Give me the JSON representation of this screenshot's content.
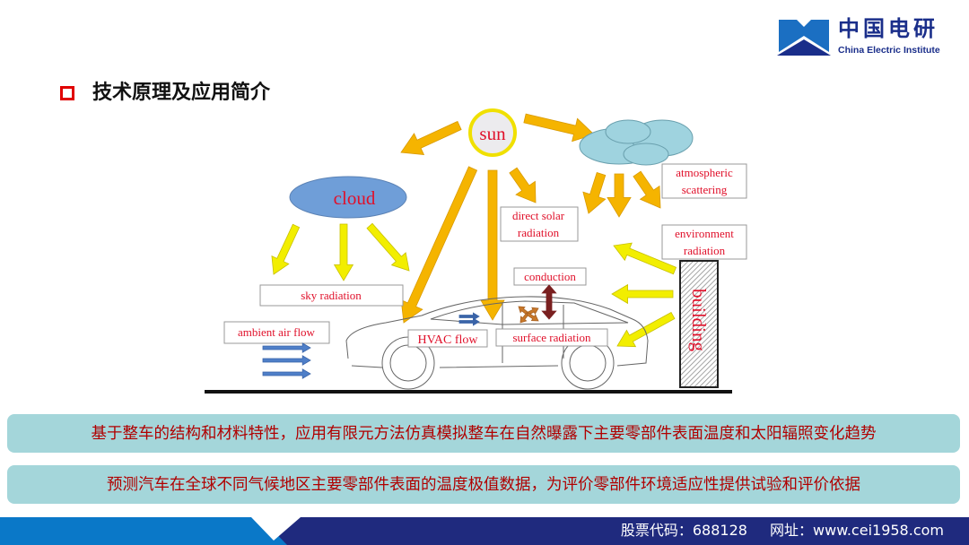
{
  "logo": {
    "name_cn": "中国电研",
    "name_en": "China Electric Institute"
  },
  "title": "技术原理及应用简介",
  "diagram": {
    "sun": "sun",
    "cloud": "cloud",
    "labels": {
      "atmospheric_1": "atmospheric",
      "atmospheric_2": "scattering",
      "direct_1": "direct solar",
      "direct_2": "radiation",
      "environment_1": "environment",
      "environment_2": "radiation",
      "sky": "sky radiation",
      "conduction": "conduction",
      "ambient": "ambient air flow",
      "hvac": "HVAC flow",
      "surface": "surface radiation",
      "building": "building"
    }
  },
  "bullets": [
    "基于整车的结构和材料特性，应用有限元方法仿真模拟整车在自然曝露下主要零部件表面温度和太阳辐照变化趋势",
    "预测汽车在全球不同气候地区主要零部件表面的温度极值数据，为评价零部件环境适应性提供试验和评价依据"
  ],
  "footer": {
    "stock": "股票代码：688128",
    "website": "网址：www.cei1958.com"
  },
  "colors": {
    "orange": "#f5b400",
    "yellow": "#f2ee00",
    "navy": "#1f2a7e",
    "blue": "#0a78c8",
    "red": "#e00000",
    "bar": "#a4d6da"
  }
}
